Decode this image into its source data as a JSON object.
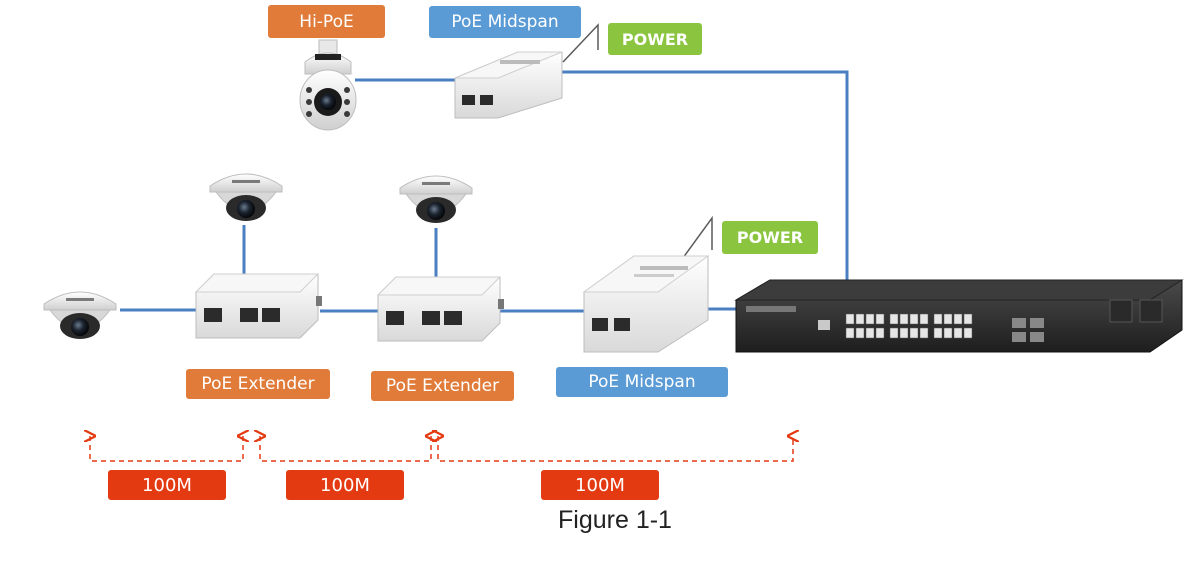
{
  "labels": {
    "hi_poe": "Hi-PoE",
    "midspan_top": "PoE Midspan",
    "power_top": "POWER",
    "power_mid": "POWER",
    "extender_1": "PoE Extender",
    "extender_2": "PoE Extender",
    "midspan_bottom": "PoE Midspan",
    "distance_1": "100M",
    "distance_2": "100M",
    "distance_3": "100M"
  },
  "caption": "Figure 1-1",
  "colors": {
    "cable": "#4a7fc1",
    "orange_label": "#e07b39",
    "blue_label": "#5b9bd5",
    "power_label": "#8bc540",
    "distance_label": "#e33a12",
    "distance_marker": "#e33a12",
    "device_body": "#f2f2f2",
    "switch_body": "#2b2b2b"
  },
  "icons": [
    "ptz-camera-icon",
    "dome-camera-icon",
    "poe-midspan-icon",
    "poe-extender-icon",
    "network-switch-icon",
    "power-plug-icon"
  ]
}
